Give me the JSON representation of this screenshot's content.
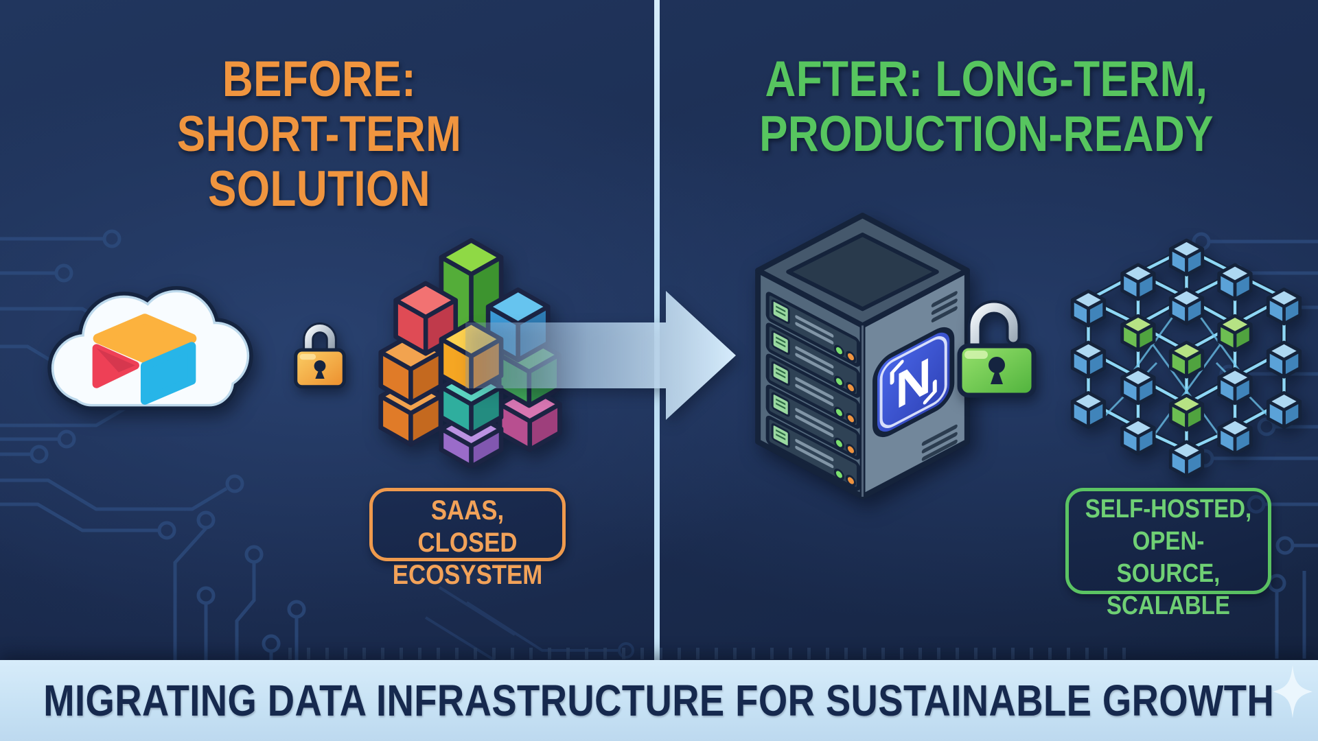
{
  "left": {
    "heading_line1": "BEFORE:",
    "heading_line2": "SHORT-TERM SOLUTION",
    "badge": {
      "line1": "SAAS, CLOSED",
      "line2": "ECOSYSTEM"
    }
  },
  "right": {
    "heading_line1": "AFTER: LONG-TERM,",
    "heading_line2": "PRODUCTION-READY",
    "badge": {
      "line1": "SELF-HOSTED,",
      "line2": "OPEN-SOURCE,",
      "line3": "SCALABLE"
    },
    "server_logo_letter": "N"
  },
  "banner": {
    "text": "MIGRATING DATA INFRASTRUCTURE FOR SUSTAINABLE GROWTH"
  },
  "icons": {
    "cloud_saas": "cloud-with-airtable-logo",
    "locked_padlock": "locked-padlock",
    "cube_stack": "colorful-cube-stack",
    "migration_arrow": "right-arrow",
    "server_rack": "self-hosted-server-tower",
    "unlocked_padlock": "unlocked-padlock",
    "cube_network": "distributed-cube-network",
    "sparkle": "sparkle-star",
    "circuit_pattern": "circuit-board-traces"
  },
  "colors": {
    "background": "#1d2f55",
    "before_accent": "#f0953f",
    "after_accent": "#57c55f",
    "banner_bg": "#c9e2f5",
    "banner_text": "#16294e",
    "divider": "#c3e2f7",
    "circuit": "#2f4f82",
    "cube_palettes": {
      "greenTall": [
        "#8fd945",
        "#54ad39",
        "#3d942f"
      ],
      "red": [
        "#f27272",
        "#df4b55",
        "#c03a4b"
      ],
      "blue": [
        "#66c4ef",
        "#3c99d6",
        "#2e7cb4"
      ],
      "yellow": [
        "#ffd24f",
        "#f5a623",
        "#e68a22"
      ],
      "orange": [
        "#f2a34f",
        "#e07b28",
        "#c4691f"
      ],
      "teal": [
        "#5ed8c5",
        "#2fae9e",
        "#238c80"
      ],
      "green2": [
        "#62c468",
        "#3fa457",
        "#2f8a47"
      ],
      "purple": [
        "#bb92e2",
        "#9a6cc9",
        "#8157b0"
      ],
      "magenta": [
        "#d776b2",
        "#b84f90",
        "#9e3f7c"
      ],
      "netBlue": [
        "#aed8f2",
        "#5ba2d8",
        "#4084ba"
      ],
      "netGreen": [
        "#b6e284",
        "#6dbf52",
        "#50a33f"
      ]
    }
  }
}
